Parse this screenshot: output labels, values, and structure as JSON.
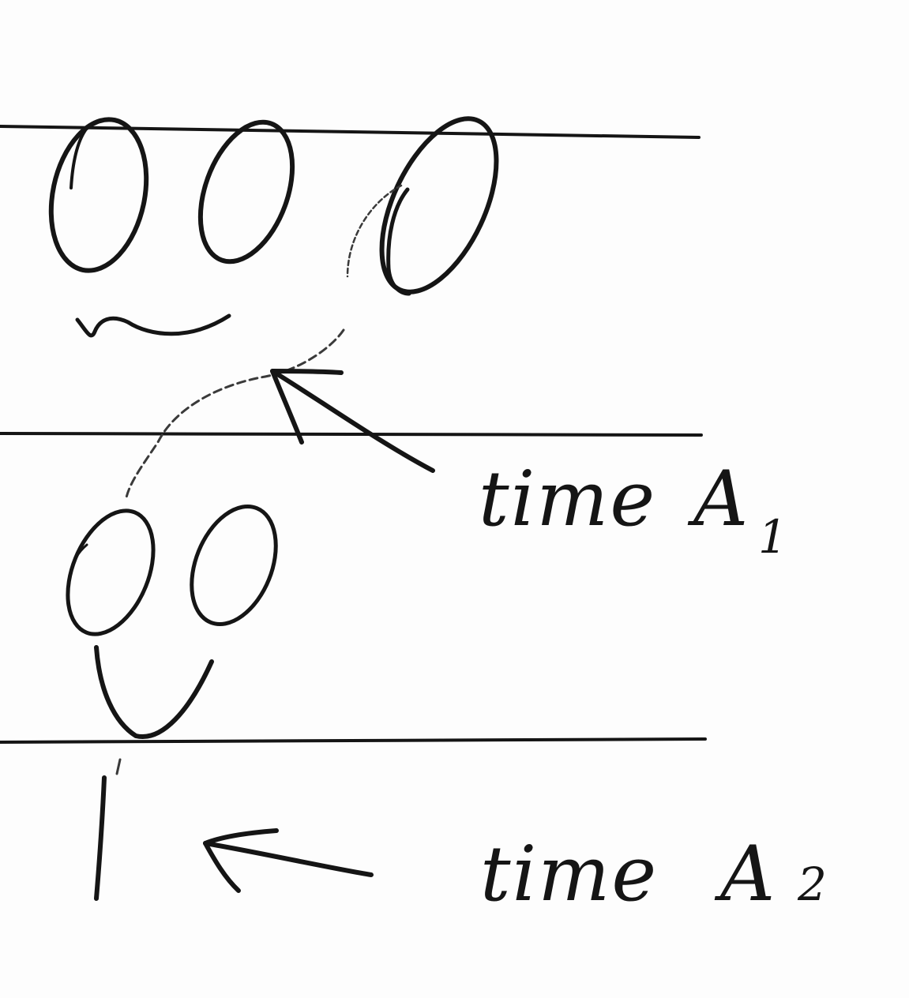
{
  "labels": {
    "a1_word": "time",
    "a1_letter": "A",
    "a1_index": "1",
    "a2_word": "time",
    "a2_letter": "A",
    "a2_index": "2"
  },
  "colors": {
    "paper": "#fdfdfd",
    "ink": "#151515",
    "faint_ink": "#3a3a3a"
  }
}
